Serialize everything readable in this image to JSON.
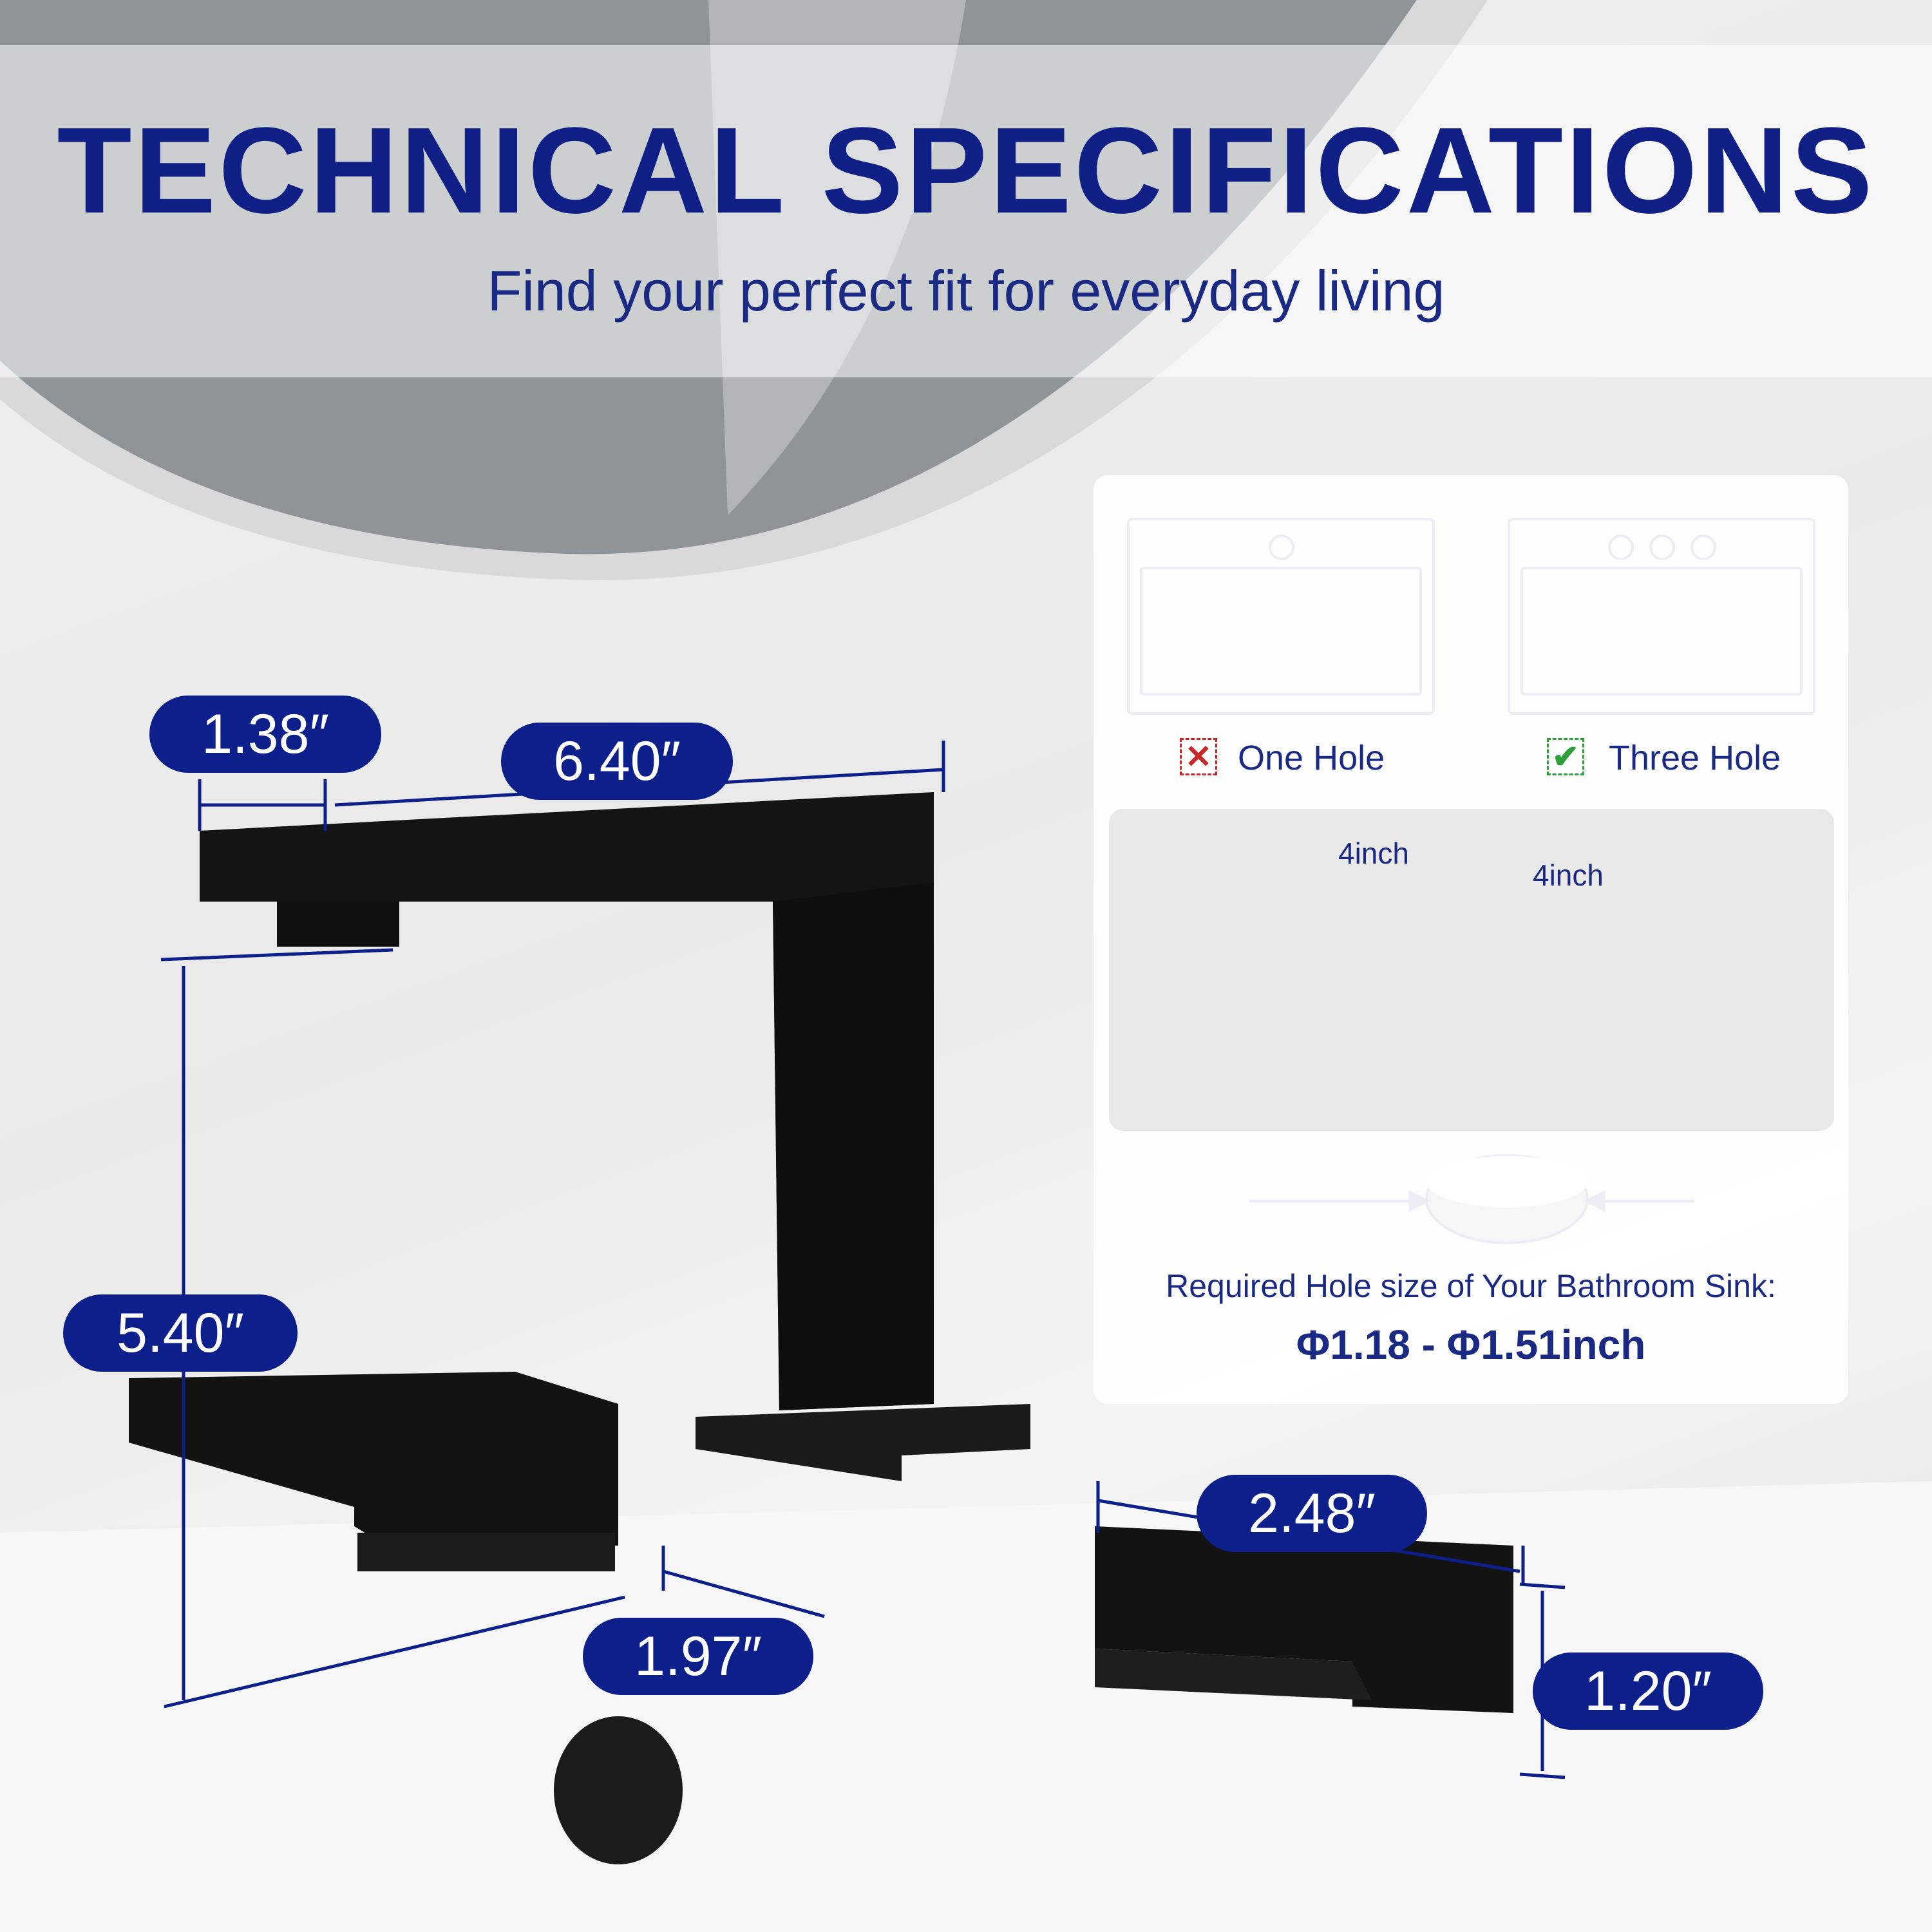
{
  "header": {
    "title": "TECHNICAL SPECIFICATIONS",
    "subtitle": "Find your perfect fit for everyday living"
  },
  "dimensions": {
    "spout_tip": "1.38″",
    "spout_reach": "6.40″",
    "spout_height": "5.40″",
    "base_depth": "1.97″",
    "handle_length": "2.48″",
    "handle_height": "1.20″"
  },
  "sink_options": [
    {
      "label": "One Hole",
      "status": "not-compatible",
      "mark": "✕",
      "color": "#c62828"
    },
    {
      "label": "Three Hole",
      "status": "compatible",
      "mark": "✔",
      "color": "#2e9e3a"
    }
  ],
  "spacing": {
    "left": "4inch",
    "right": "4inch"
  },
  "hole_size": {
    "caption": "Required Hole size of Your Bathroom Sink:",
    "value": "Φ1.18 - Φ1.51inch"
  },
  "colors": {
    "brand": "#0c1f8a",
    "faucet": "#141414"
  }
}
